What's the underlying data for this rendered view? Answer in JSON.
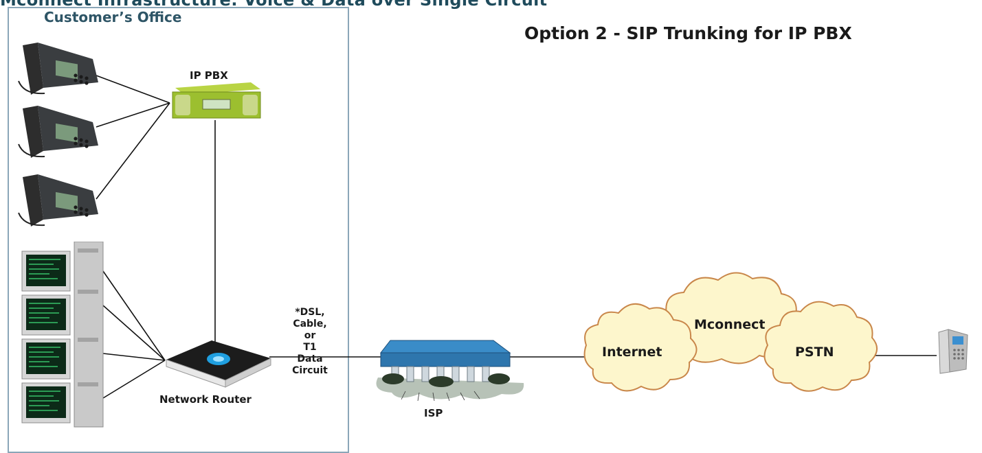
{
  "header": {
    "main_title": "Mconnect Infrastructure: Voice & Data over Single Circuit",
    "option_title": "Option 2 - SIP Trunking for IP PBX"
  },
  "office": {
    "label": "Customer’s Office"
  },
  "devices": {
    "pbx_label": "IP PBX",
    "router_label": "Network Router",
    "isp_label": "ISP"
  },
  "circuit": {
    "lines": [
      "*DSL,",
      "Cable,",
      "or",
      "T1",
      "Data",
      "Circuit"
    ]
  },
  "clouds": {
    "internet": "Internet",
    "mconnect": "Mconnect",
    "pstn": "PSTN"
  },
  "colors": {
    "title": "#1f4b5c",
    "office_border": "#8aa6b8",
    "cloud_fill": "#fdf6cc",
    "cloud_stroke": "#c9874a",
    "pbx_green": "#9cbf2f"
  }
}
